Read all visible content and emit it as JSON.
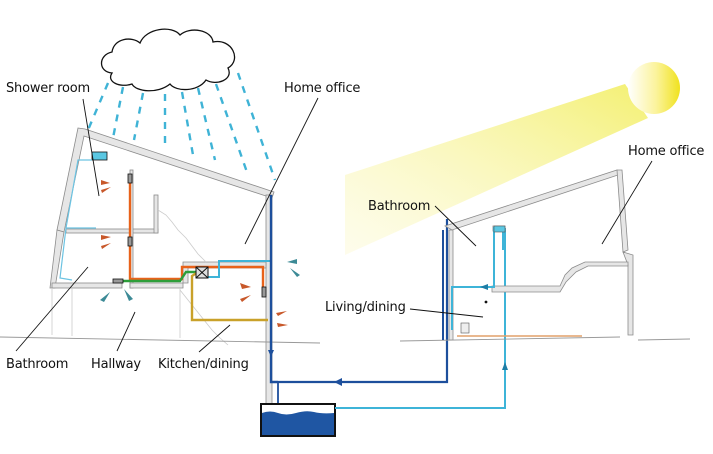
{
  "labels": {
    "shower_room": "Shower room",
    "home_office_left": "Home office",
    "bathroom_left": "Bathroom",
    "hallway": "Hallway",
    "kitchen_dining": "Kitchen/dining",
    "bathroom_right": "Bathroom",
    "home_office_right": "Home office",
    "living_dining": "Living/dining"
  },
  "elements": {
    "weather": "rain-cloud",
    "sun": "sun",
    "storage": "water-tank"
  },
  "colors": {
    "rain": "#3fb3d6",
    "wall": "#e4e4e4",
    "wall_outline": "#8a8a8a",
    "hot_pipe": "#e8621a",
    "supply_pipe": "#2d9e3a",
    "return_pipe": "#c9a12a",
    "light_blue_pipe": "#3eb4d8",
    "dark_blue_pipe": "#1d4f9c",
    "tank_water": "#1f56a3",
    "sun": "#f2ea3a",
    "warm_air": "#c8582a",
    "cool_air": "#3c8a96"
  }
}
